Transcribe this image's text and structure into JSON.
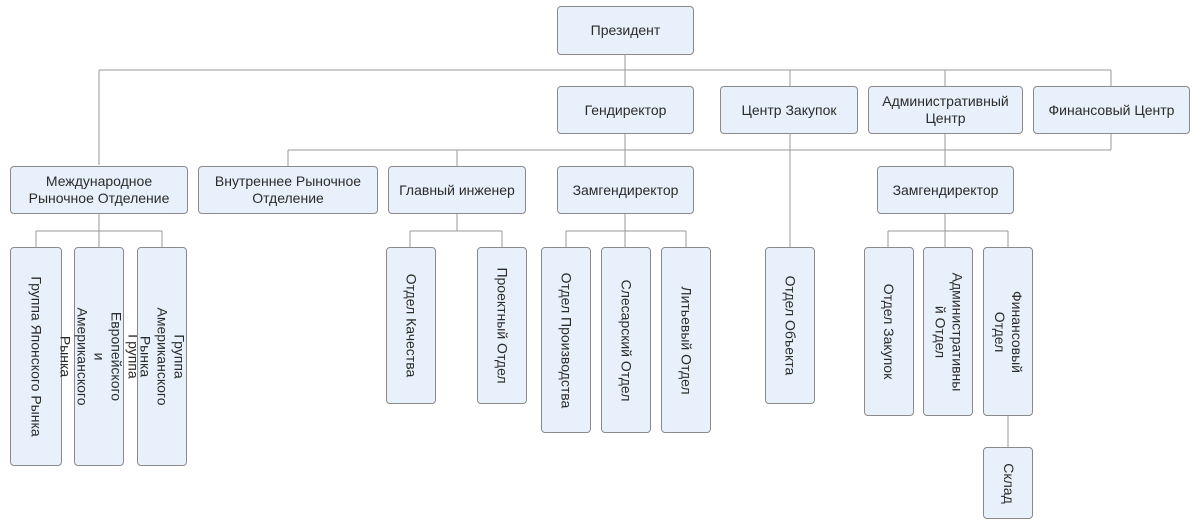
{
  "org_chart": {
    "president": "Президент",
    "gendirector": "Гендиректор",
    "procurement_center": "Центр Закупок",
    "admin_center": "Административный Центр",
    "finance_center": "Финансовый Центр",
    "international_market_dept": "Международное Рыночное Отделение",
    "domestic_market_dept": "Внутреннее Рыночное Отделение",
    "chief_engineer": "Главный инженер",
    "deputy_gendirector_1": "Замгендиректор",
    "deputy_gendirector_2": "Замгендиректор",
    "japan_market_group": "Группа Японского Рынка",
    "euro_american_market_group": "Группа Европейского и Американского Рынка",
    "american_market_group": "Группа Американского Рынка",
    "quality_dept": "Отдел Качества",
    "design_dept": "Проектный Отдел",
    "production_dept": "Отдел Производства",
    "locksmith_dept": "Слесарский Отдел",
    "foundry_dept": "Литьевый Отдел",
    "facility_dept": "Отдел Объекта",
    "procurement_dept": "Отдел Закупок",
    "admin_dept": "Административны й Отдел",
    "finance_dept": "Финансовый Отдел",
    "warehouse": "Склад"
  }
}
